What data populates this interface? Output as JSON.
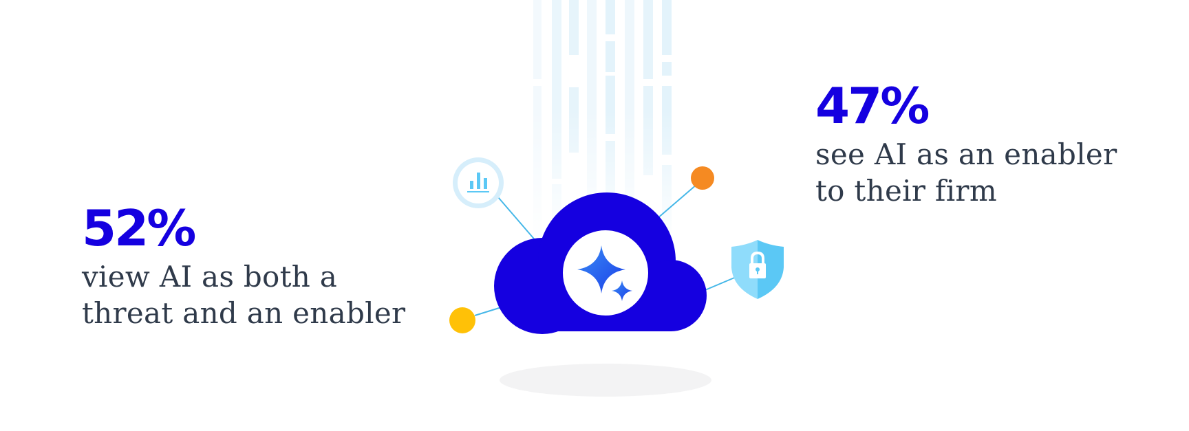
{
  "stats": [
    {
      "value": "52%",
      "caption_line1": "view AI as both a",
      "caption_line2": "threat and an enabler"
    },
    {
      "value": "47%",
      "caption_line1": "see AI as an enabler",
      "caption_line2": "to their firm"
    }
  ],
  "colors": {
    "accent": "#1500e0",
    "text": "#2f3a4a",
    "cloud": "#1500e0",
    "shield": "#5bc8f5",
    "orange_dot": "#f58a22",
    "yellow_dot": "#ffc107",
    "connector": "#45b7e8"
  },
  "icons": [
    "bar-chart-icon",
    "shield-lock-icon",
    "sparkle-icon"
  ]
}
